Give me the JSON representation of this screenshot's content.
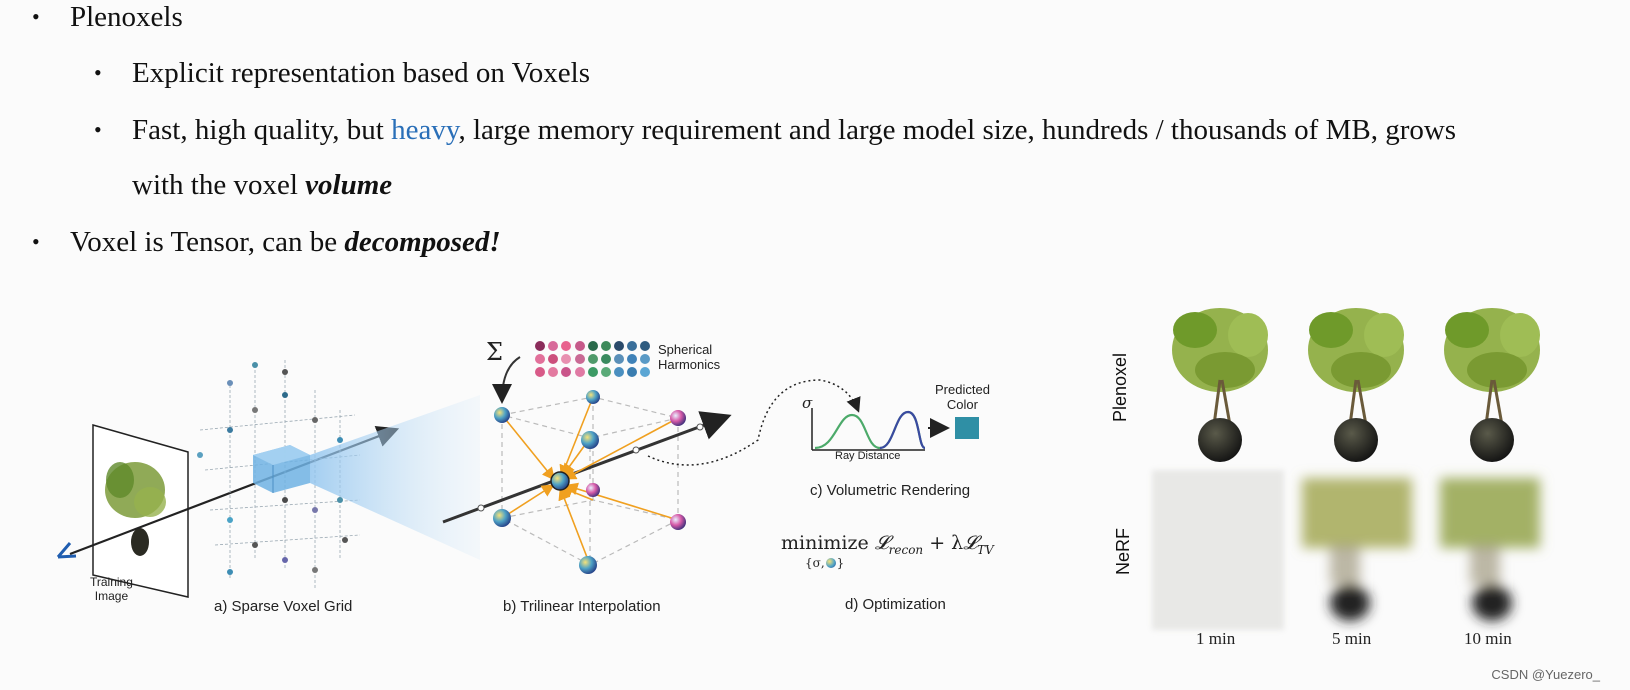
{
  "bullets": {
    "b1": "Plenoxels",
    "b1_1": "Explicit representation based on Voxels",
    "b1_2_pre": "Fast, high quality, but ",
    "b1_2_heavy": "heavy",
    "b1_2_post": ", large memory requirement and large model size, hundreds / thousands of MB, grows",
    "b1_2_line2_pre": "with the voxel ",
    "b1_2_line2_em": "volume",
    "b2_pre": "Voxel is Tensor, can be ",
    "b2_em": "decomposed!"
  },
  "figure": {
    "sigma_sum": "Σ",
    "spherical_harmonics": [
      "Spherical",
      "Harmonics"
    ],
    "predicted_color": [
      "Predicted",
      "Color"
    ],
    "sigma_axis": "σ",
    "ray_distance": "Ray Distance",
    "training_image": [
      "Training",
      "Image"
    ],
    "cap_a": "a) Sparse Voxel Grid",
    "cap_b": "b) Trilinear Interpolation",
    "cap_c": "c) Volumetric Rendering",
    "cap_d": "d) Optimization",
    "minimize": "minimize",
    "formula_L": "𝓛",
    "formula_recon": "recon",
    "formula_plus": "+ λ",
    "formula_TV": "TV",
    "formula_sub": "{σ,",
    "formula_sub_end": "}"
  },
  "comparison": {
    "row1": "Plenoxel",
    "row2": "NeRF",
    "times": [
      "1 min",
      "5 min",
      "10 min"
    ]
  },
  "watermark": "CSDN @Yuezero_",
  "colors": {
    "accent_link": "#2a6fb8",
    "predicted_color": "#2f8fa5"
  }
}
